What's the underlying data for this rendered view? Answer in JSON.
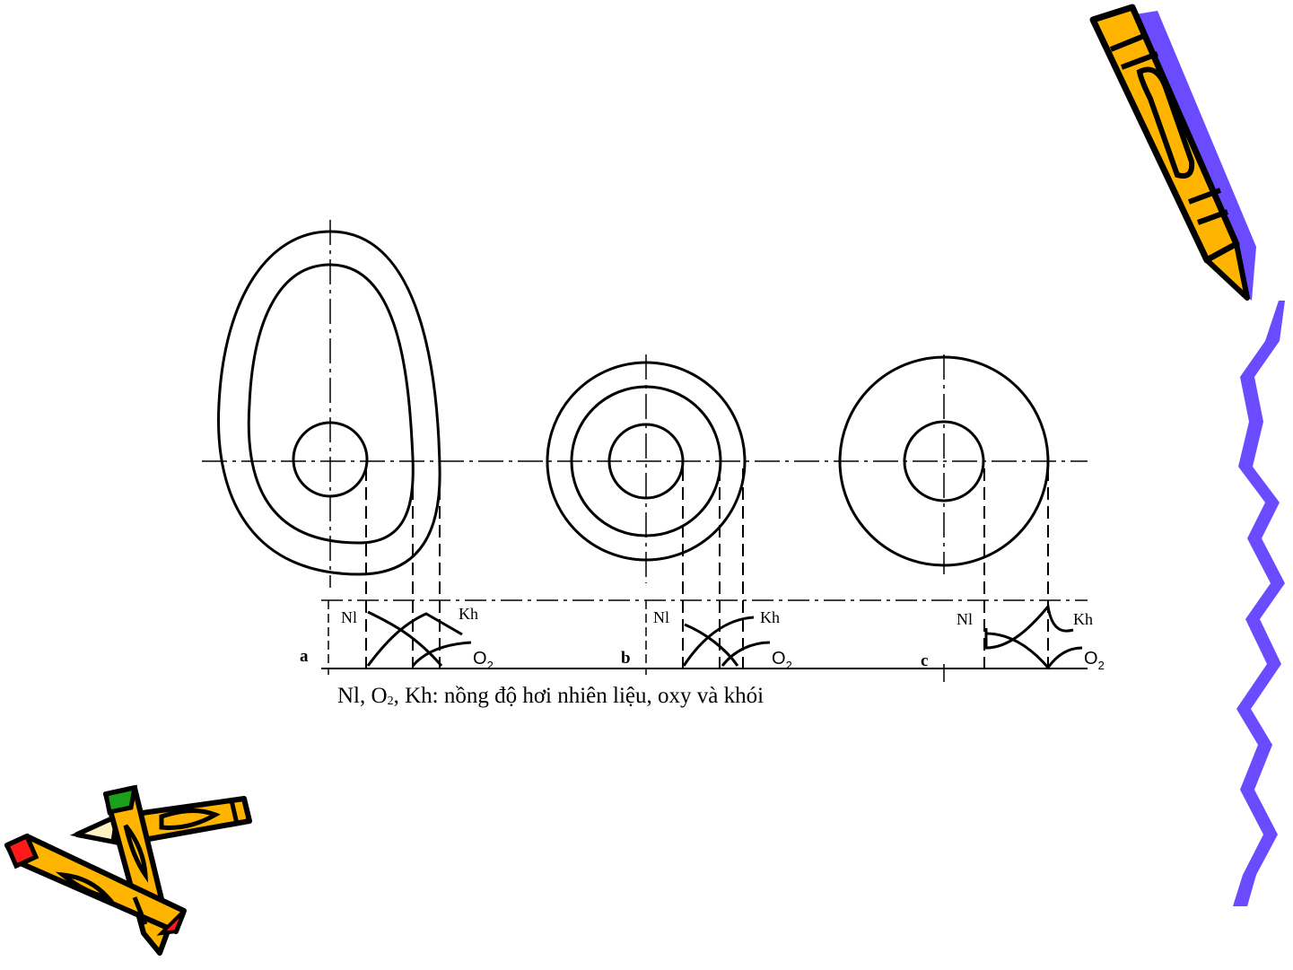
{
  "diagram": {
    "panels": [
      {
        "id": "a",
        "label": "a",
        "nl": "Nl",
        "kh": "Kh",
        "o2": "O",
        "o2_sub": "2"
      },
      {
        "id": "b",
        "label": "b",
        "nl": "Nl",
        "kh": "Kh",
        "o2": "O",
        "o2_sub": "2"
      },
      {
        "id": "c",
        "label": "c",
        "nl": "Nl",
        "kh": "Kh",
        "o2": "O",
        "o2_sub": "2"
      }
    ],
    "caption": {
      "part1": "Nl, O",
      "sub": "2",
      "part2": ", Kh: nồng độ hơi nhiên liệu, oxy và khói"
    }
  },
  "decoration": {
    "pencil_colors": {
      "body": "#FFB400",
      "outline": "#000000",
      "shadow": "#6A4BFF",
      "tip_red": "#FF1A1A",
      "tip_green": "#1BA01B"
    },
    "border_color": "#6A4BFF"
  }
}
